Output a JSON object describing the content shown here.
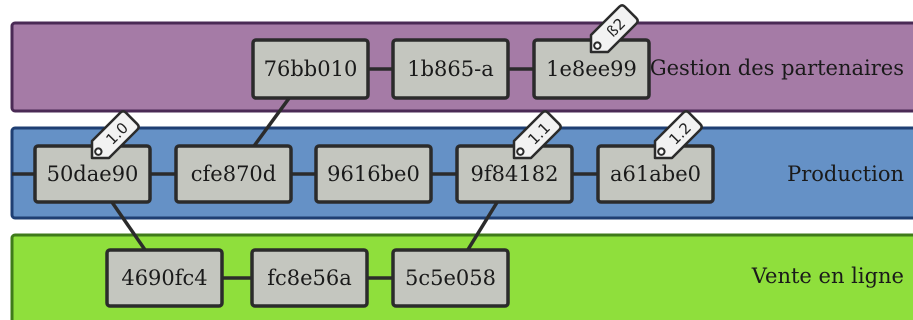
{
  "lanes": [
    {
      "id": "gestion",
      "label": "Gestion des partenaires",
      "fill": "#a57ba6",
      "stroke": "#4a2a55"
    },
    {
      "id": "production",
      "label": "Production",
      "fill": "#6591c6",
      "stroke": "#1f3f73"
    },
    {
      "id": "vente",
      "label": "Vente en ligne",
      "fill": "#8fdf3c",
      "stroke": "#3f7a1a"
    }
  ],
  "commits": [
    {
      "id": "76bb010",
      "lane": "gestion"
    },
    {
      "id": "1b865-a",
      "lane": "gestion"
    },
    {
      "id": "1e8ee99",
      "lane": "gestion",
      "tag": "ß2"
    },
    {
      "id": "50dae90",
      "lane": "production",
      "tag": "1.0"
    },
    {
      "id": "cfe870d",
      "lane": "production"
    },
    {
      "id": "9616be0",
      "lane": "production"
    },
    {
      "id": "9f84182",
      "lane": "production",
      "tag": "1.1"
    },
    {
      "id": "a61abe0",
      "lane": "production",
      "tag": "1.2"
    },
    {
      "id": "4690fc4",
      "lane": "vente"
    },
    {
      "id": "fc8e56a",
      "lane": "vente"
    },
    {
      "id": "5c5e058",
      "lane": "vente"
    }
  ],
  "edges": [
    [
      "76bb010",
      "1b865-a"
    ],
    [
      "1b865-a",
      "1e8ee99"
    ],
    [
      "50dae90",
      "cfe870d"
    ],
    [
      "cfe870d",
      "9616be0"
    ],
    [
      "9616be0",
      "9f84182"
    ],
    [
      "9f84182",
      "a61abe0"
    ],
    [
      "4690fc4",
      "fc8e56a"
    ],
    [
      "fc8e56a",
      "5c5e058"
    ],
    [
      "cfe870d",
      "76bb010"
    ],
    [
      "50dae90",
      "4690fc4"
    ],
    [
      "5c5e058",
      "9f84182"
    ]
  ],
  "style": {
    "commit_fill": "#c4c6bf",
    "commit_stroke": "#2b2b2b",
    "edge_color": "#2b2b2b",
    "tag_fill": "#f2f2f2"
  }
}
